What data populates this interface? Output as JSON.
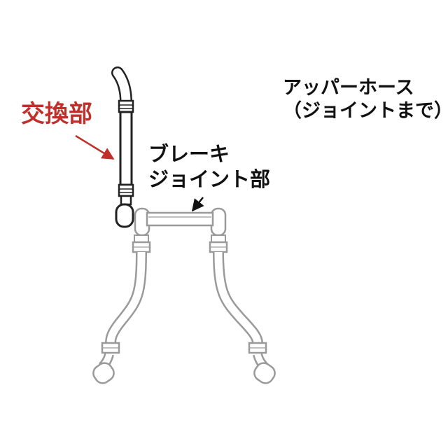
{
  "labels": {
    "exchange_part": "交換部",
    "brake_joint_line1": "ブレーキ",
    "brake_joint_line2": "ジョイント部",
    "upper_hose_line1": "アッパーホース",
    "upper_hose_line2": "（ジョイントまで）"
  },
  "colors": {
    "accent": "#c0302b",
    "ink": "#111111",
    "outline": "#222222",
    "highlight_hose": "#ffffff",
    "faded_outline": "#9a9a9a"
  },
  "icons": {
    "pointer_red": "red-arrow-icon",
    "pointer_black": "black-arrow-icon"
  }
}
